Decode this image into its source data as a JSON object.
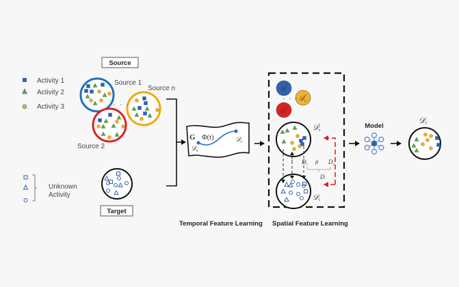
{
  "legend": {
    "known": [
      {
        "shape": "square",
        "label": "Activity 1",
        "color": "#2f62b0"
      },
      {
        "shape": "triangle",
        "label": "Activity 2",
        "color": "#5aaa4a"
      },
      {
        "shape": "circle",
        "label": "Activity 3",
        "color": "#f0b030"
      }
    ],
    "unknown_label_line1": "Unknown",
    "unknown_label_line2": "Activity"
  },
  "source": {
    "box_label": "Source",
    "domains": [
      {
        "label": "Source 1",
        "color": "#1f6fb8"
      },
      {
        "label": "Source n",
        "color": "#f2a900"
      },
      {
        "label": "Source 2",
        "color": "#e02020"
      }
    ],
    "dots": "· · ·"
  },
  "target": {
    "box_label": "Target"
  },
  "temporal": {
    "g_symbol": "G",
    "phi": "Φ(t)",
    "ds": "𝒟",
    "ds_sub": "s",
    "dt": "𝒟",
    "dt_sub": "t",
    "caption": "Temporal Feature Learning"
  },
  "spatial": {
    "caption": "Spatial Feature Learning",
    "small_domains": [
      {
        "sup": "1",
        "sub": "s",
        "color": "#2f62b0"
      },
      {
        "sup": "2",
        "sub": "s",
        "color": "#f2b030"
      },
      {
        "sup": "n",
        "sub": "s",
        "color": "#e02020"
      }
    ],
    "selected_source": {
      "sym": "𝒟",
      "sup": "i",
      "sub": "s"
    },
    "target_sym": {
      "sym": "𝒟",
      "sub": "t"
    },
    "mu": "μ",
    "d_t": "D",
    "d_t_sub": "t",
    "d_s": "D",
    "d_s_sub": "s",
    "d_big": "D"
  },
  "model": {
    "label": "Model"
  },
  "output": {
    "sym": "𝒟",
    "sub": "t"
  }
}
